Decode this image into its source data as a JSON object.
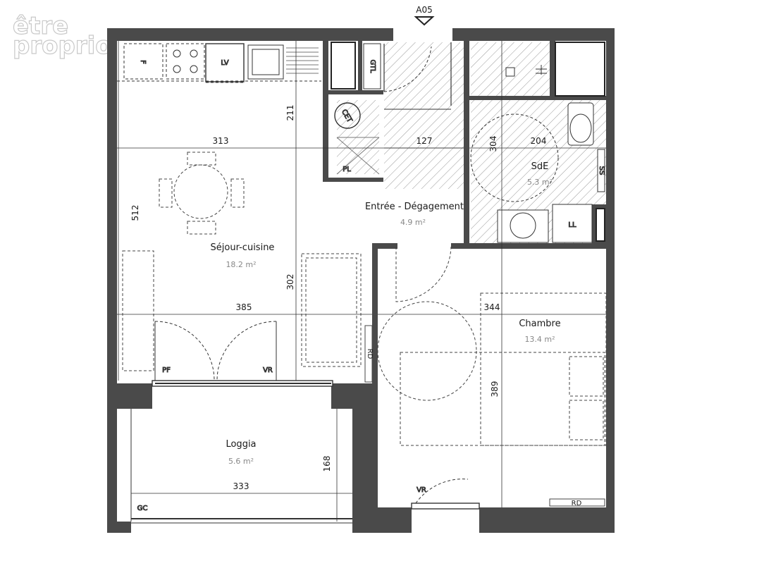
{
  "logo": {
    "line1": "être",
    "line2": "proprio"
  },
  "reference": "A05",
  "rooms": {
    "sejour": {
      "name": "Séjour-cuisine",
      "area": "18.2 m²"
    },
    "entree": {
      "name": "Entrée - Dégagement",
      "area": "4.9 m²"
    },
    "sde": {
      "name": "SdE",
      "area": "5.3 m²"
    },
    "chambre": {
      "name": "Chambre",
      "area": "13.4 m²"
    },
    "loggia": {
      "name": "Loggia",
      "area": "5.6 m²"
    }
  },
  "dimensions": {
    "sejour_width_top": "313",
    "sejour_width_mid": "385",
    "sejour_height_left": "512",
    "sejour_height_upper": "211",
    "sejour_height_lower": "302",
    "entree_width": "127",
    "sde_height": "304",
    "sde_width": "204",
    "chambre_width": "344",
    "chambre_height": "389",
    "loggia_width": "333",
    "loggia_height": "168"
  },
  "equipment": {
    "fridge": "F",
    "dishwasher": "LV",
    "gtl": "GTL",
    "water_heater": "CET",
    "closet_entree": "PL",
    "washing_machine": "LL",
    "towel_dryer": "SS",
    "closet_chambre": "RD",
    "closet_chambre_2": "RD",
    "french_window": "PF",
    "shutter_sejour": "VR",
    "shutter_chambre": "VR",
    "guard_rail": "GC"
  }
}
